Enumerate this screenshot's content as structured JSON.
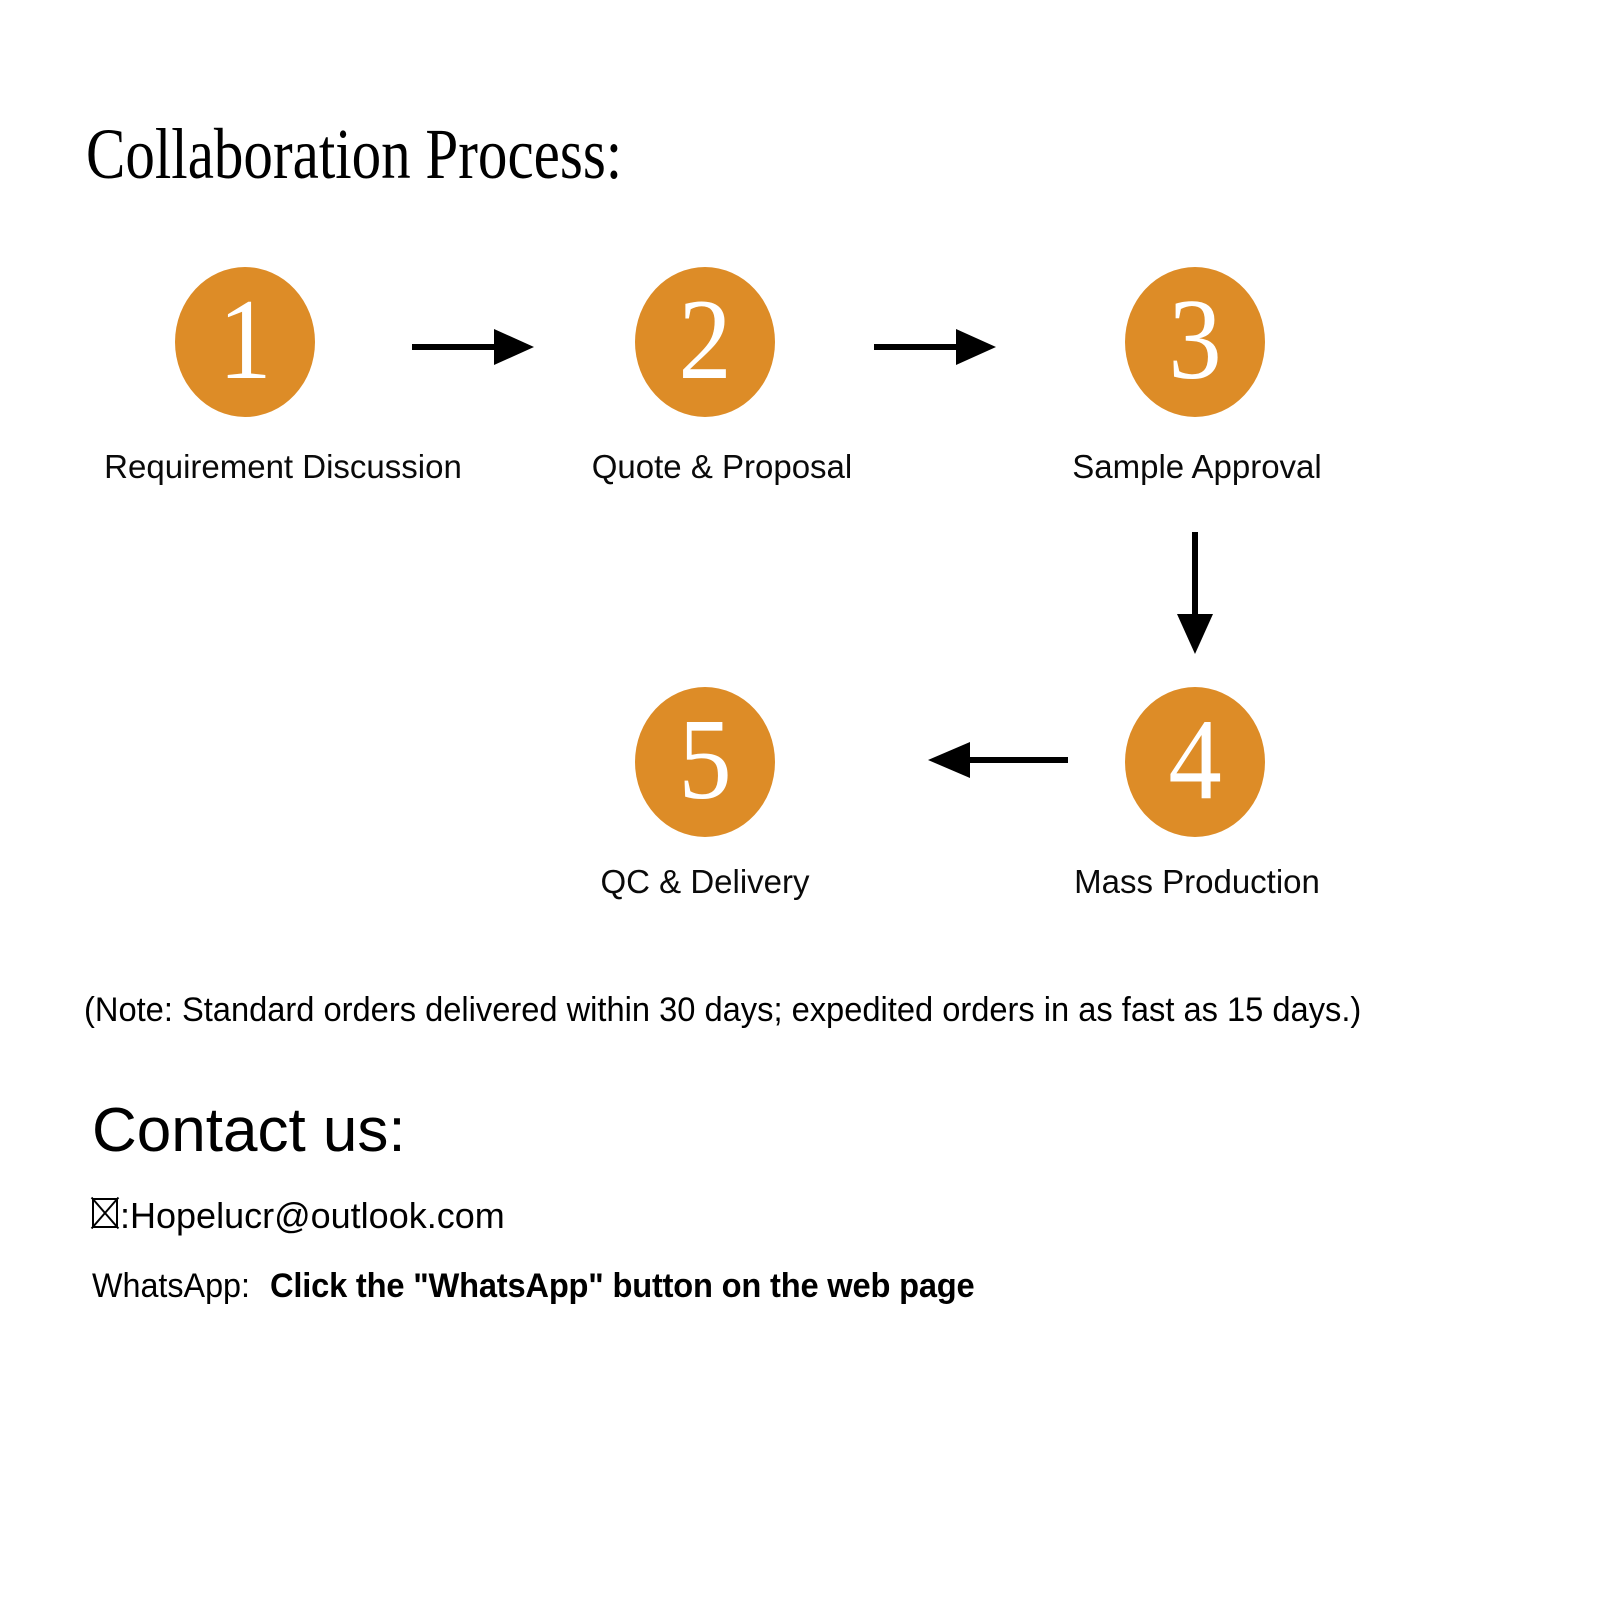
{
  "title": "Collaboration Process:",
  "colors": {
    "node_fill": "#DD8C27",
    "node_number": "#FFFFFF",
    "text": "#000000",
    "background": "#FFFFFF",
    "arrow": "#000000"
  },
  "flow": {
    "nodes": [
      {
        "number": "1",
        "label": "Requirement Discussion"
      },
      {
        "number": "2",
        "label": "Quote & Proposal"
      },
      {
        "number": "3",
        "label": "Sample Approval"
      },
      {
        "number": "4",
        "label": "Mass Production"
      },
      {
        "number": "5",
        "label": "QC & Delivery"
      }
    ],
    "connectors": [
      {
        "from": "1",
        "to": "2",
        "direction": "right"
      },
      {
        "from": "2",
        "to": "3",
        "direction": "right"
      },
      {
        "from": "3",
        "to": "4",
        "direction": "down"
      },
      {
        "from": "4",
        "to": "5",
        "direction": "left"
      }
    ]
  },
  "note": "(Note: Standard orders delivered within 30 days; expedited orders in as fast as 15 days.)",
  "contact": {
    "heading": "Contact us:",
    "email_separator": ": ",
    "email": "Hopelucr@outlook.com",
    "whatsapp_label": "WhatsApp:",
    "whatsapp_value": "Click the \"WhatsApp\" button on the web page"
  }
}
